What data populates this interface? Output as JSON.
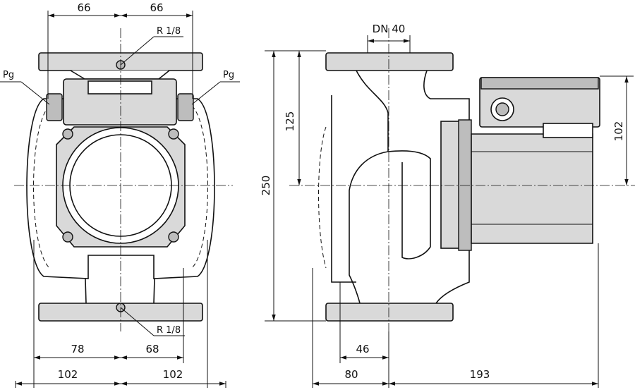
{
  "dimensions": {
    "front_top_left": "66",
    "front_top_right": "66",
    "front_bottom_left_inner": "78",
    "front_bottom_right_inner": "68",
    "front_bottom_left_outer": "102",
    "front_bottom_right_outer": "102",
    "side_height_total": "250",
    "side_height_upper": "125",
    "side_motor_height": "102",
    "side_bottom_inner": "46",
    "side_bottom_left": "80",
    "side_bottom_right": "193",
    "nominal_diameter": "DN 40"
  },
  "labels": {
    "cable_gland_left": "Pg",
    "cable_gland_right": "Pg",
    "thread_top": "R 1/8",
    "thread_bottom": "R 1/8"
  }
}
